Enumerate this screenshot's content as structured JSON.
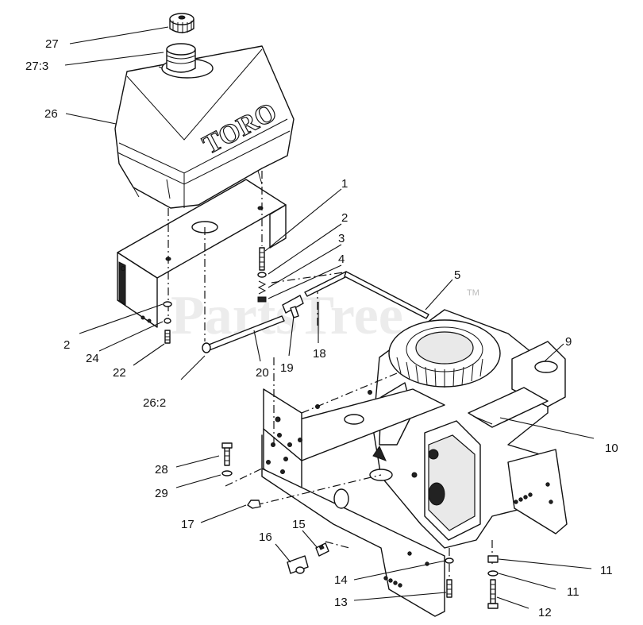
{
  "watermark": "PartsTree",
  "watermark_tm": "TM",
  "brand_logo": "TORO",
  "callouts": [
    {
      "id": "c27",
      "text": "27"
    },
    {
      "id": "c27_3",
      "text": "27:3"
    },
    {
      "id": "c26",
      "text": "26"
    },
    {
      "id": "c1",
      "text": "1"
    },
    {
      "id": "c2a",
      "text": "2"
    },
    {
      "id": "c3",
      "text": "3"
    },
    {
      "id": "c4",
      "text": "4"
    },
    {
      "id": "c5",
      "text": "5"
    },
    {
      "id": "c2b",
      "text": "2"
    },
    {
      "id": "c24",
      "text": "24"
    },
    {
      "id": "c22",
      "text": "22"
    },
    {
      "id": "c26_2",
      "text": "26:2"
    },
    {
      "id": "c20",
      "text": "20"
    },
    {
      "id": "c19",
      "text": "19"
    },
    {
      "id": "c18",
      "text": "18"
    },
    {
      "id": "c9",
      "text": "9"
    },
    {
      "id": "c10",
      "text": "10"
    },
    {
      "id": "c28",
      "text": "28"
    },
    {
      "id": "c29",
      "text": "29"
    },
    {
      "id": "c17",
      "text": "17"
    },
    {
      "id": "c16",
      "text": "16"
    },
    {
      "id": "c15",
      "text": "15"
    },
    {
      "id": "c14",
      "text": "14"
    },
    {
      "id": "c13",
      "text": "13"
    },
    {
      "id": "c11a",
      "text": "11"
    },
    {
      "id": "c11b",
      "text": "11"
    },
    {
      "id": "c12",
      "text": "12"
    }
  ]
}
